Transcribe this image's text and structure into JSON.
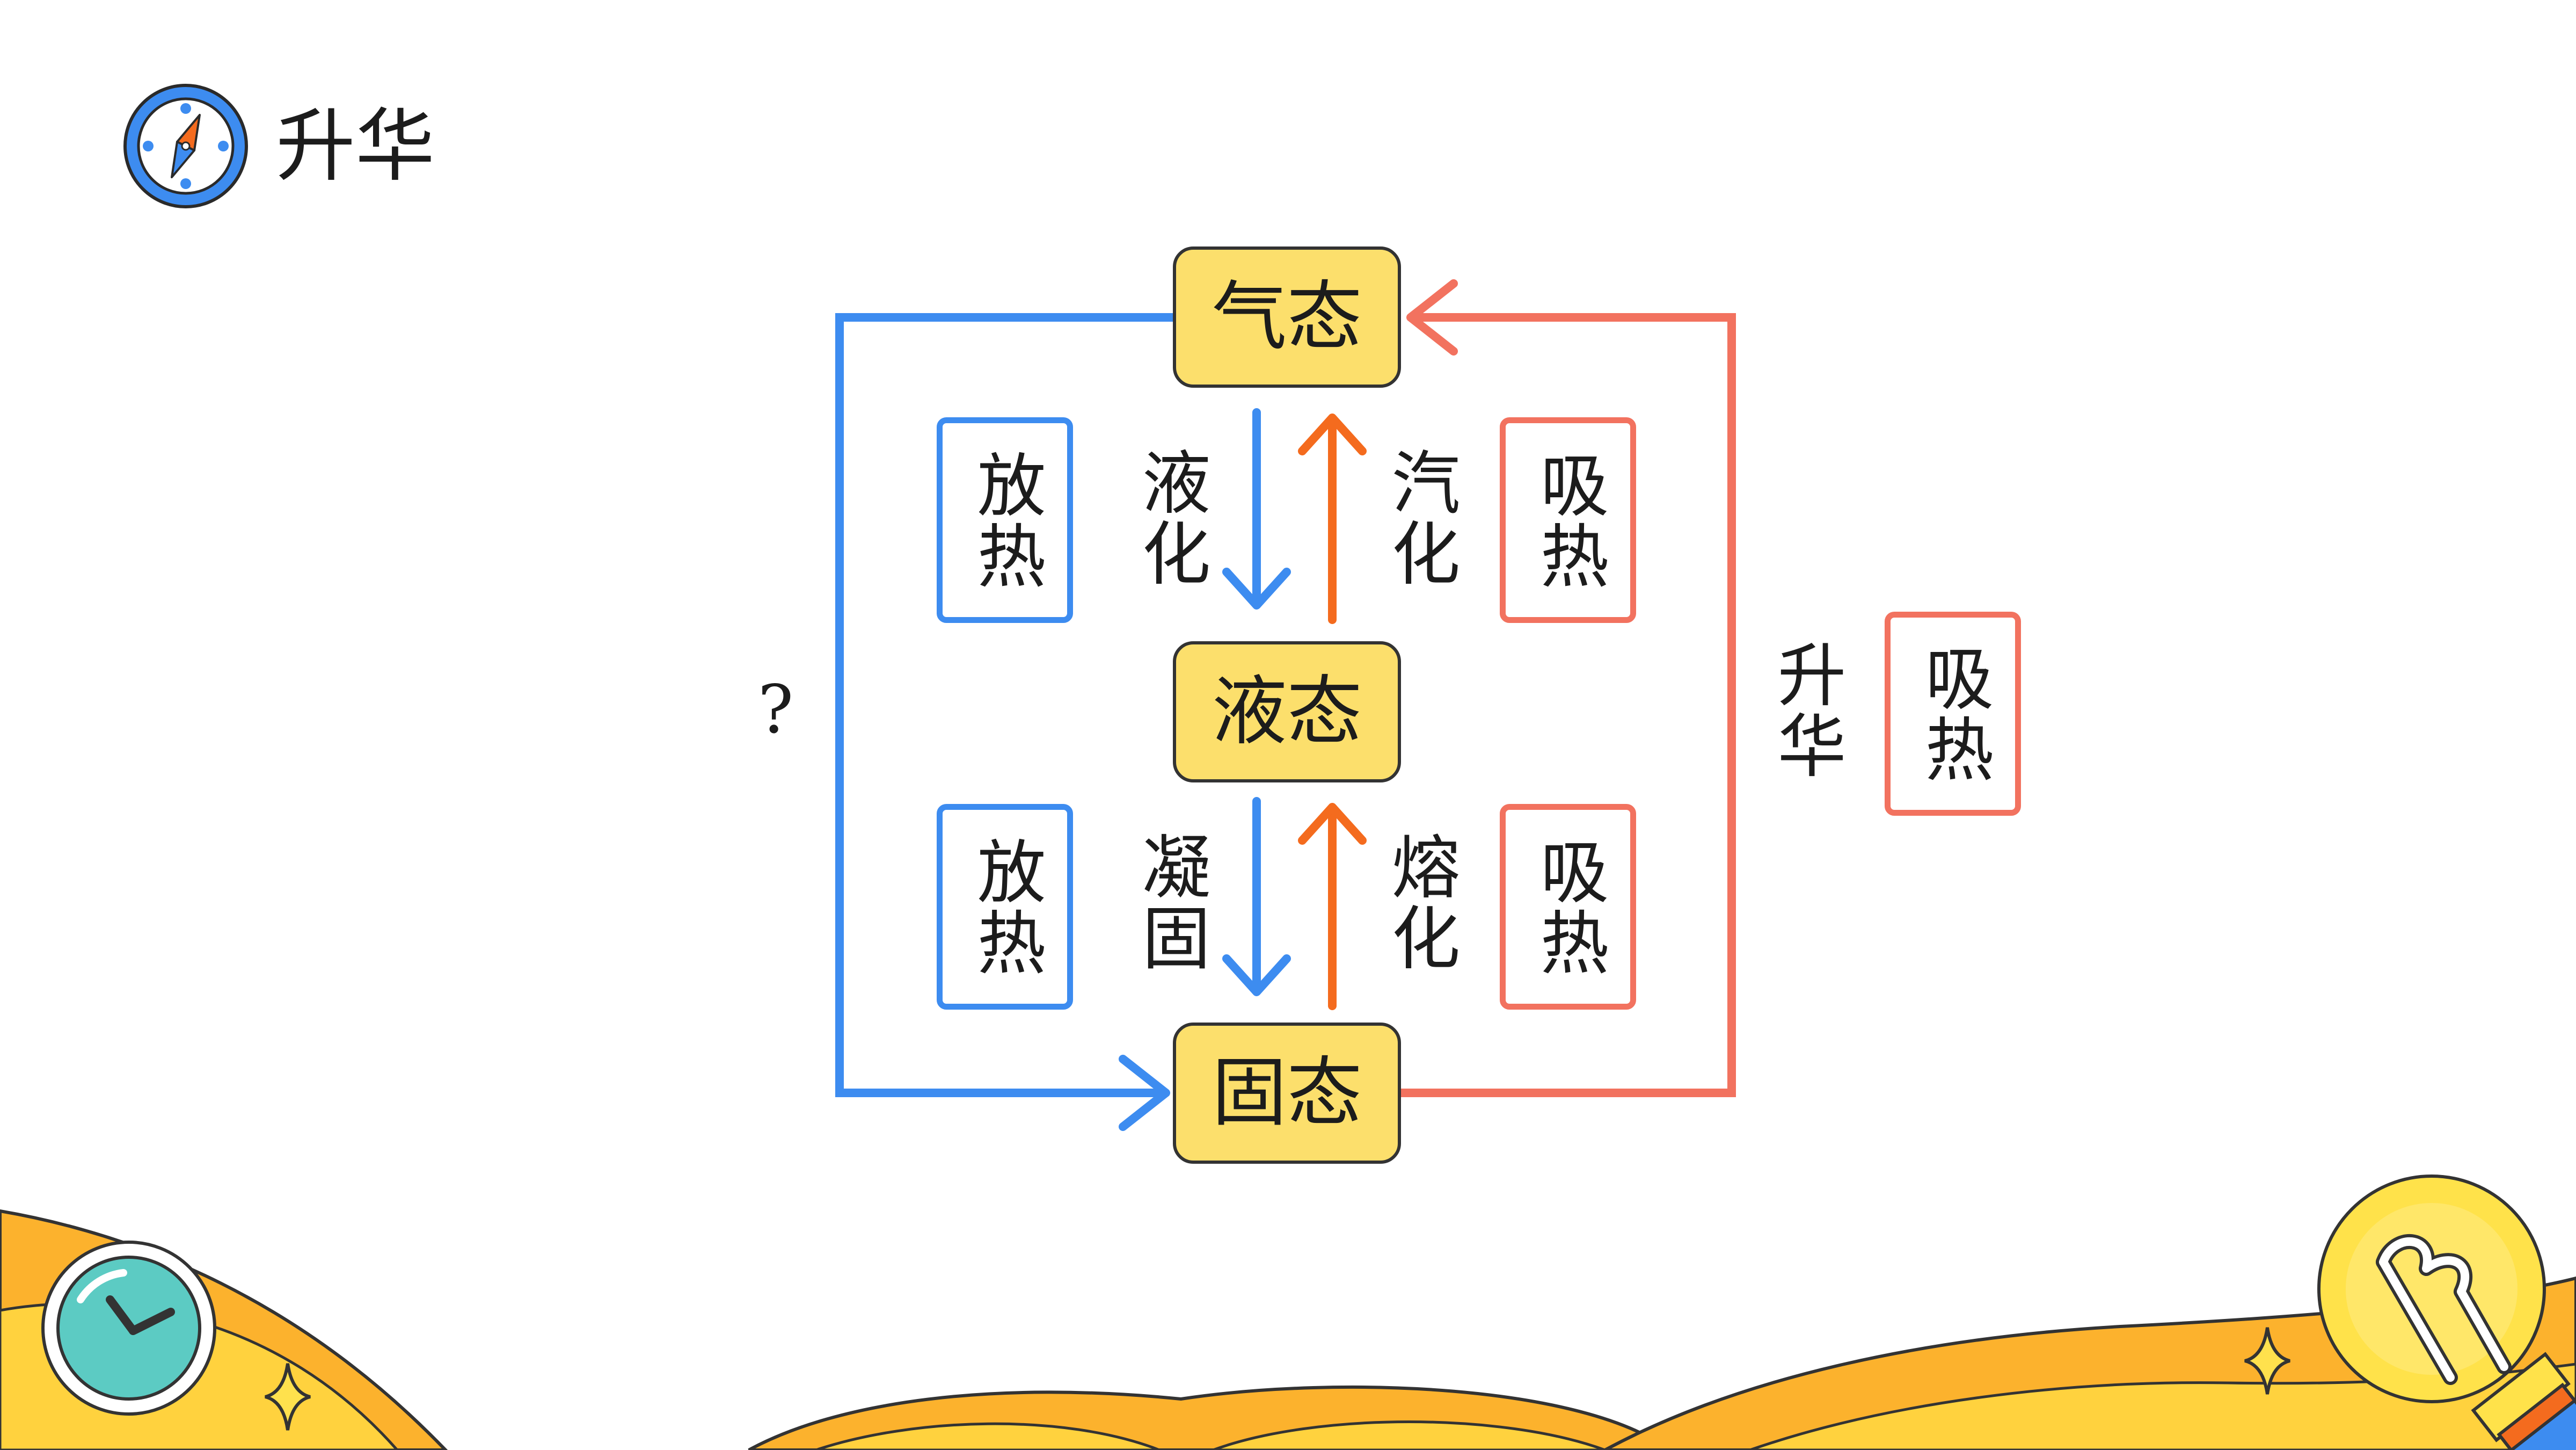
{
  "slide": {
    "title": "升华",
    "title_icon": "compass-icon",
    "decor_icons": [
      "clock-icon",
      "lightbulb-icon",
      "sparkle-icon"
    ]
  },
  "diagram": {
    "states": {
      "gas": "气态",
      "liquid": "液态",
      "solid": "固态"
    },
    "processes": {
      "liquefaction": {
        "label": "液化",
        "heat": "放热"
      },
      "vaporization": {
        "label": "汽化",
        "heat": "吸热"
      },
      "solidification": {
        "label": "凝固",
        "heat": "放热"
      },
      "melting": {
        "label": "熔化",
        "heat": "吸热"
      },
      "sublimation": {
        "label": "升华",
        "heat": "吸热"
      },
      "gas_to_solid": {
        "label": "?"
      }
    }
  },
  "colors": {
    "blue": "#3D8CF0",
    "salmon": "#F2725F",
    "orange": "#F46B1E",
    "state_fill": "#FCDF6C",
    "wave_orange": "#FCB22D",
    "wave_yellow": "#FFD23E",
    "teal": "#5CCBC3",
    "bulb": "#FFE24A"
  }
}
